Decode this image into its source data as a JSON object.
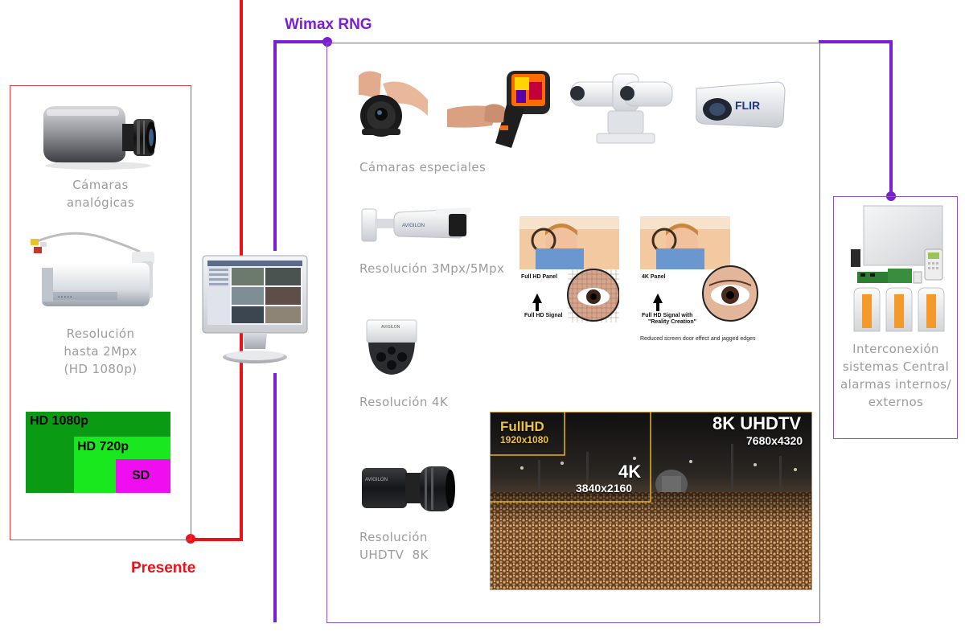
{
  "labels": {
    "wimax": "Wimax RNG",
    "presente": "Presente"
  },
  "colors": {
    "red": "#e8141c",
    "purple": "#7a1fd1",
    "red_box": "#d9434a",
    "purple_box": "#8b55c7"
  },
  "left_panel": {
    "analog_caption_1": "Cámaras",
    "analog_caption_2": "analógicas",
    "res_caption_1": "Resolución",
    "res_caption_2": "hasta 2Mpx",
    "res_caption_3": "(HD 1080p)",
    "res_levels": [
      "HD 1080p",
      "HD 720p",
      "SD"
    ]
  },
  "center_panel": {
    "special_caption": "Cámaras especiales",
    "res3_caption": "Resolución 3Mpx/5Mpx",
    "res4k_caption": "Resolución 4K",
    "uhd_caption_1": "Resolución",
    "uhd_caption_2": "UHDTV  8K",
    "comparison": {
      "left_panel": "Full HD Panel",
      "left_signal": "Full HD Signal",
      "right_panel": "4K Panel",
      "right_signal_1": "Full HD Signal with",
      "right_signal_2": "\"Reality Creation\"",
      "footnote": "Reduced screen door effect and jagged edges"
    },
    "uhd_image": {
      "fullhd": "FullHD",
      "fullhd_res": "1920x1080",
      "k4": "4K",
      "k4_res": "3840x2160",
      "k8": "8K UHDTV",
      "k8_res": "7680x4320"
    }
  },
  "right_panel": {
    "caption_1": "Interconexión",
    "caption_2": "sistemas Central",
    "caption_3": "alarmas internos/",
    "caption_4": "externos"
  }
}
